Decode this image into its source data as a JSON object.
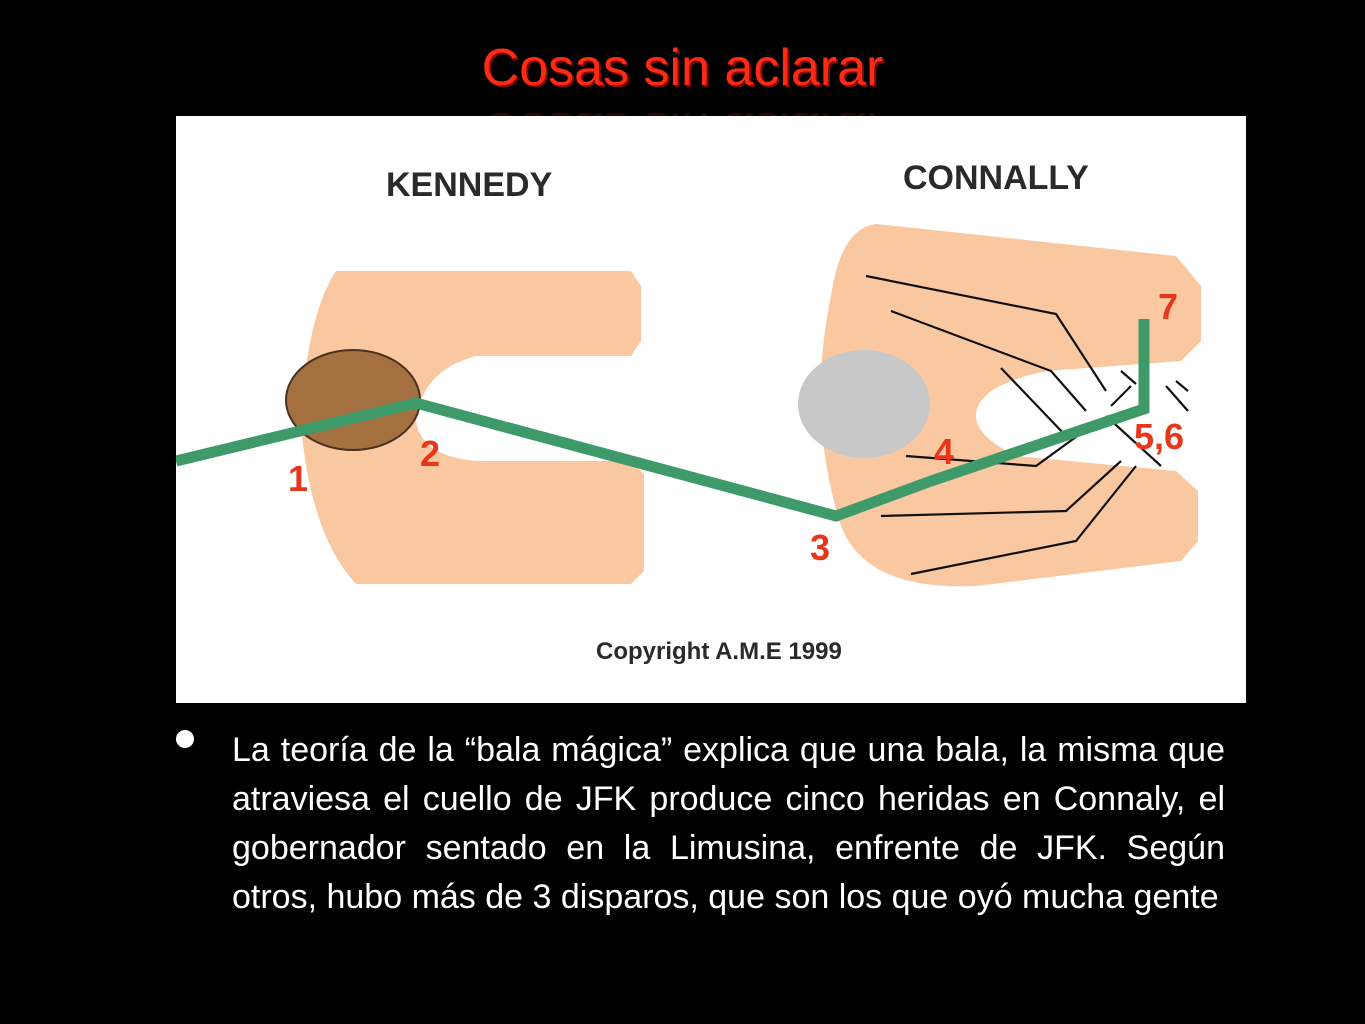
{
  "slide": {
    "title": "Cosas sin aclarar",
    "bullet_text": "La teoría de la “bala mágica” explica que una bala, la misma que atraviesa el cuello de JFK produce cinco heridas en Connaly, el gobernador sentado en la Limusina, enfrente de JFK. Según otros, hubo más de 3 disparos, que son los que oyó mucha gente"
  },
  "diagram": {
    "label_left": "KENNEDY",
    "label_right": "CONNALLY",
    "copyright": "Copyright A.M.E 1999",
    "wound_labels": [
      "1",
      "2",
      "3",
      "4",
      "5,6",
      "7"
    ],
    "colors": {
      "skin": "#f9c8a0",
      "kennedy_head": "#a5703f",
      "connally_head": "#c8c8c8",
      "bullet_path": "#3f9a6a",
      "wound_label": "#e8361a"
    }
  }
}
